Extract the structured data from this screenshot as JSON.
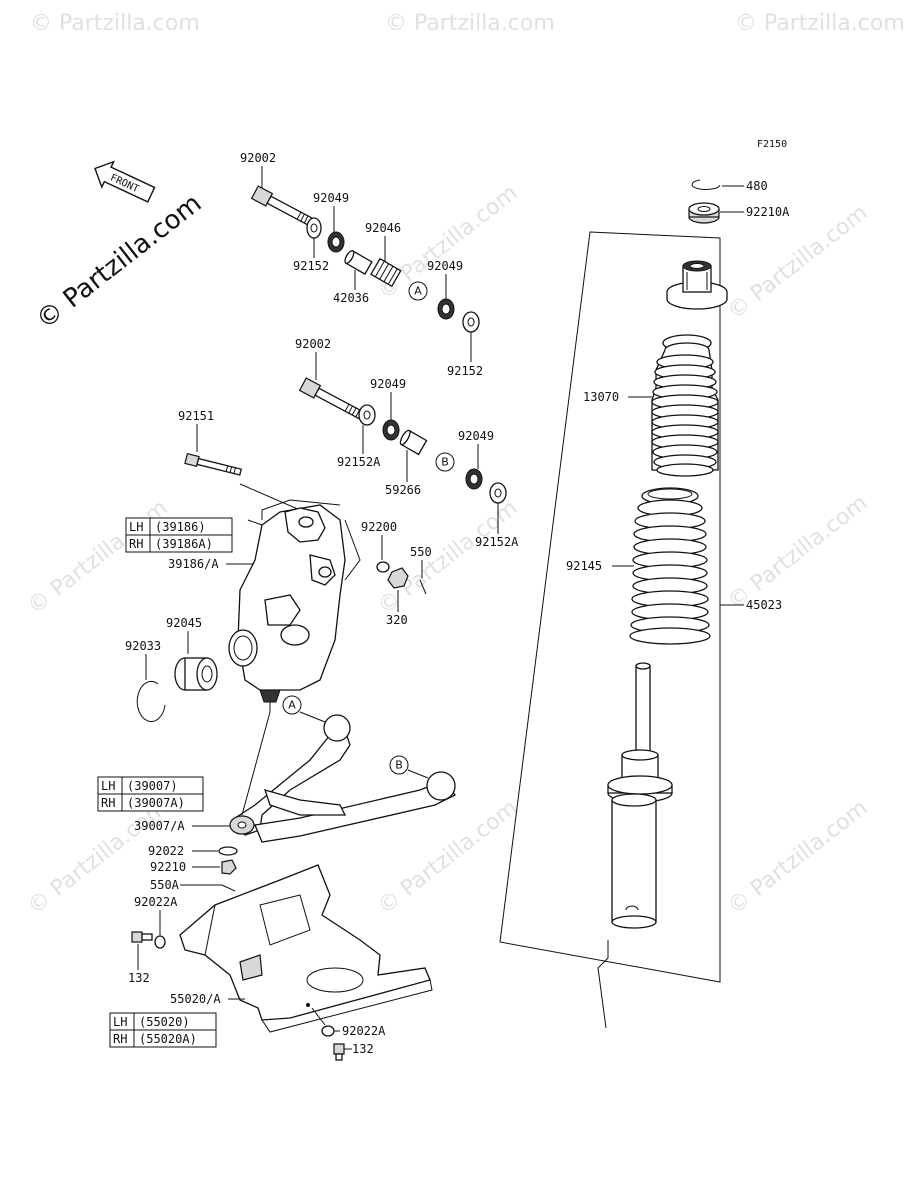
{
  "figure_code": "F2150",
  "front_label": "FRONT",
  "watermark_main": "© Partzilla.com",
  "watermark_faint": "© Partzilla.com",
  "callouts": {
    "p92002_a": "92002",
    "p92049_a": "92049",
    "p92046": "92046",
    "p92049_b": "92049",
    "p92152_a": "92152",
    "p42036": "42036",
    "p92152_b": "92152",
    "p92002_b": "92002",
    "p92049_c": "92049",
    "p92151": "92151",
    "p92152A_a": "92152A",
    "p92049_d": "92049",
    "p59266": "59266",
    "p92152A_b": "92152A",
    "p92200": "92200",
    "p550": "550",
    "p39186A": "39186/A",
    "p320": "320",
    "p92045": "92045",
    "p92033": "92033",
    "p39007A": "39007/A",
    "p92022": "92022",
    "p92210": "92210",
    "p550A": "550A",
    "p92022A_a": "92022A",
    "p132_a": "132",
    "p55020A": "55020/A",
    "p92022A_b": "92022A",
    "p132_b": "132",
    "p480": "480",
    "p92210A": "92210A",
    "p13070": "13070",
    "p92145": "92145",
    "p45023": "45023"
  },
  "ref_markers": {
    "a1": "A",
    "b1": "B",
    "a2": "A",
    "b2": "B"
  },
  "side_tables": {
    "knuckle": {
      "lh_label": "LH",
      "lh_part": "(39186)",
      "rh_label": "RH",
      "rh_part": "(39186A)"
    },
    "arm": {
      "lh_label": "LH",
      "lh_part": "(39007)",
      "rh_label": "RH",
      "rh_part": "(39007A)"
    },
    "guard": {
      "lh_label": "LH",
      "lh_part": "(55020)",
      "rh_label": "RH",
      "rh_part": "(55020A)"
    }
  }
}
